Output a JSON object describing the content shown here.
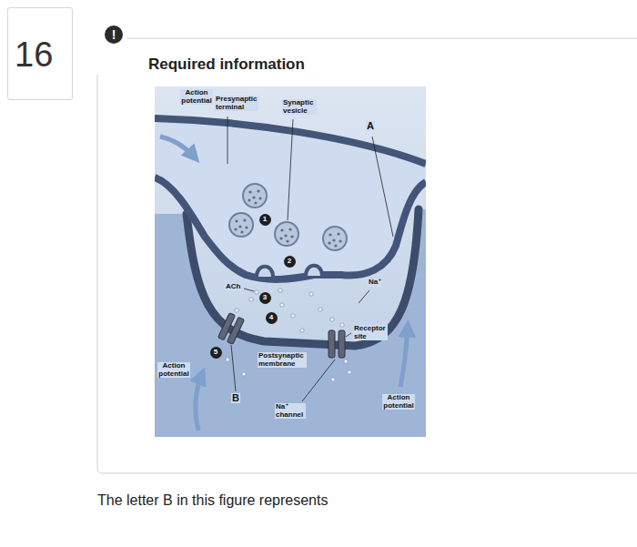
{
  "diagram": {
    "title": "Required information",
    "nodes": [
      {
        "text": [
          "16"
        ]
      },
      {
        "text": [
          "!"
        ]
      },
      {
        "text": [
          "1"
        ]
      },
      {
        "text": [
          "2"
        ]
      },
      {
        "text": [
          "3"
        ]
      },
      {
        "text": [
          "4"
        ]
      },
      {
        "text": [
          "5"
        ]
      }
    ],
    "labels": [
      "Action potential",
      "Presynaptic terminal",
      "Synaptic vesicle",
      "A",
      "ACh",
      "Na⁺",
      "Receptor site",
      "Postsynaptic membrane",
      "Action potential",
      "B",
      "Na⁺ channel",
      "Action potential",
      "The letter B in this figure represents"
    ]
  }
}
